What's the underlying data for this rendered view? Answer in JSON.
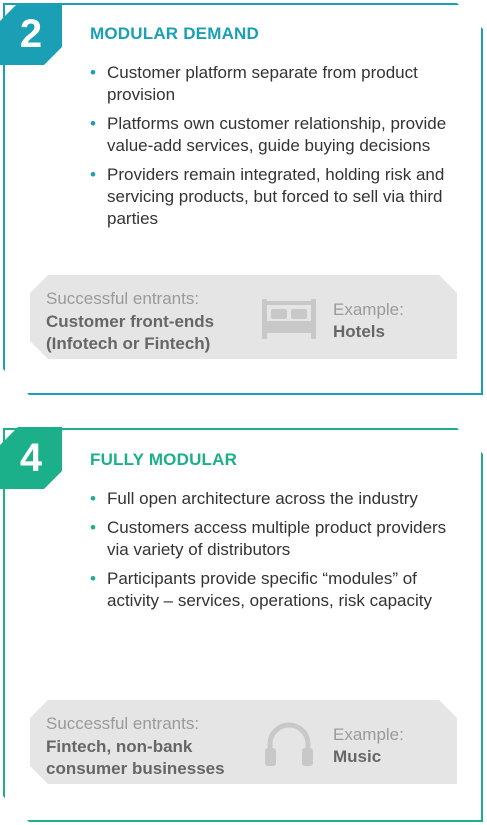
{
  "sections": [
    {
      "number": "2",
      "title": "MODULAR DEMAND",
      "bullets": [
        "Customer platform separate from product provision",
        "Platforms own customer relationship, provide value-add services, guide buying decisions",
        "Providers remain integrated, holding risk and servicing products, but forced to sell via third parties"
      ],
      "entrants_label": "Successful entrants:",
      "entrants_value": "Customer front-ends (Infotech or Fintech)",
      "example_label": "Example:",
      "example_value": "Hotels",
      "icon": "bed-icon",
      "accent": "#1a9fb5"
    },
    {
      "number": "4",
      "title": "FULLY MODULAR",
      "bullets": [
        "Full open architecture across the industry",
        "Customers access multiple product providers via variety of distributors",
        "Participants provide specific “modules” of activity – services, operations, risk capacity"
      ],
      "entrants_label": "Successful entrants:",
      "entrants_value": "Fintech, non-bank consumer businesses",
      "example_label": "Example:",
      "example_value": "Music",
      "icon": "headphones-icon",
      "accent": "#1cb08a"
    }
  ],
  "bullet_glyph": "•"
}
